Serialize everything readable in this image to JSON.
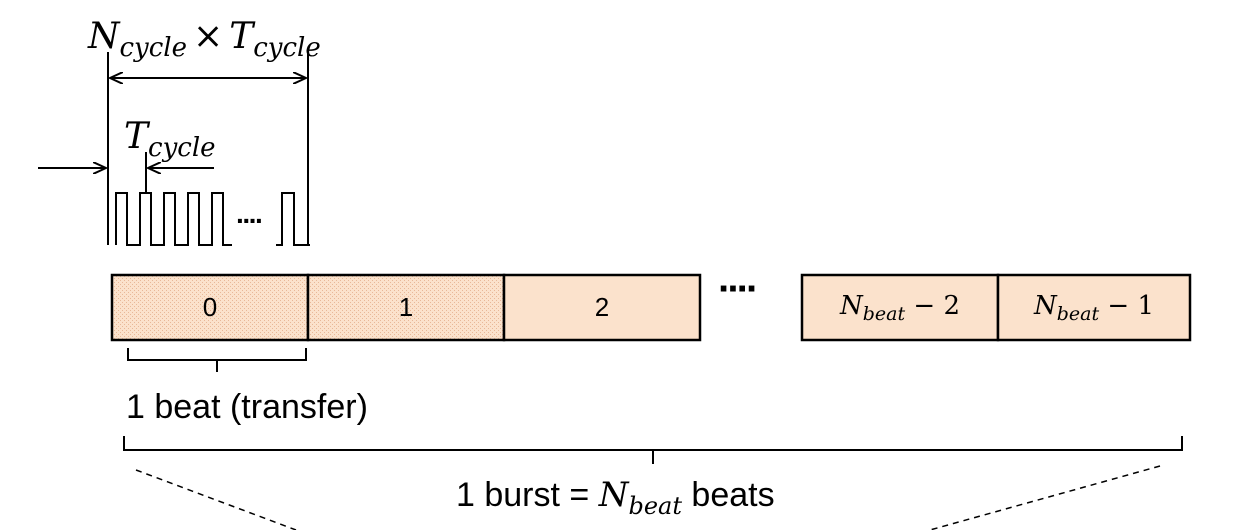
{
  "labels": {
    "n_cycle_times_t_cycle": {
      "n_base": "N",
      "n_sub": "cycle",
      "times": "×",
      "t_base": "T",
      "t_sub": "cycle"
    },
    "t_cycle": {
      "base": "T",
      "sub": "cycle"
    },
    "dots_clock": "····",
    "dots_beats": "····",
    "beat_description": "1 beat (transfer)",
    "burst_description": {
      "prefix": "1 burst = ",
      "n_base": "N",
      "n_sub": "beat",
      "suffix": " beats"
    }
  },
  "beats": [
    {
      "label": "0"
    },
    {
      "label": "1"
    },
    {
      "label": "2"
    }
  ],
  "tail_beats": [
    {
      "base": "N",
      "sub": "beat",
      "op": " − 2"
    },
    {
      "base": "N",
      "sub": "beat",
      "op": " − 1"
    }
  ],
  "colors": {
    "stroke": "#000000",
    "beat_fill": "#fbe2cc",
    "beat_fill_dotted": "#f6d2b8",
    "text": "#000000"
  }
}
